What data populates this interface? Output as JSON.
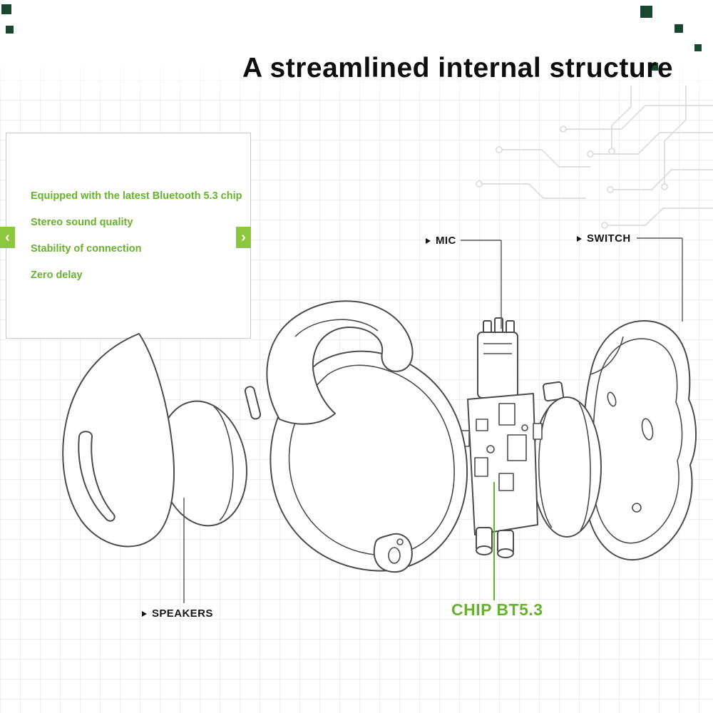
{
  "title": "A streamlined internal structure",
  "feature_box": {
    "items": [
      "Equipped with the latest Bluetooth 5.3 chip",
      "Stereo sound quality",
      "Stability of connection",
      "Zero delay"
    ]
  },
  "carousel": {
    "prev_symbol": "‹",
    "next_symbol": "›"
  },
  "part_labels": {
    "mic": "MIC",
    "switch": "SWITCH",
    "speakers": "SPEAKERS",
    "chip": "CHIP BT5.3"
  },
  "colors": {
    "feature_green": "#67b22c",
    "chip_label_green": "#67b22c",
    "carousel_green": "#8dc63f",
    "diagram_line_gray": "#4b4b4b",
    "pcb_pad_dark_green": "#17472e"
  }
}
